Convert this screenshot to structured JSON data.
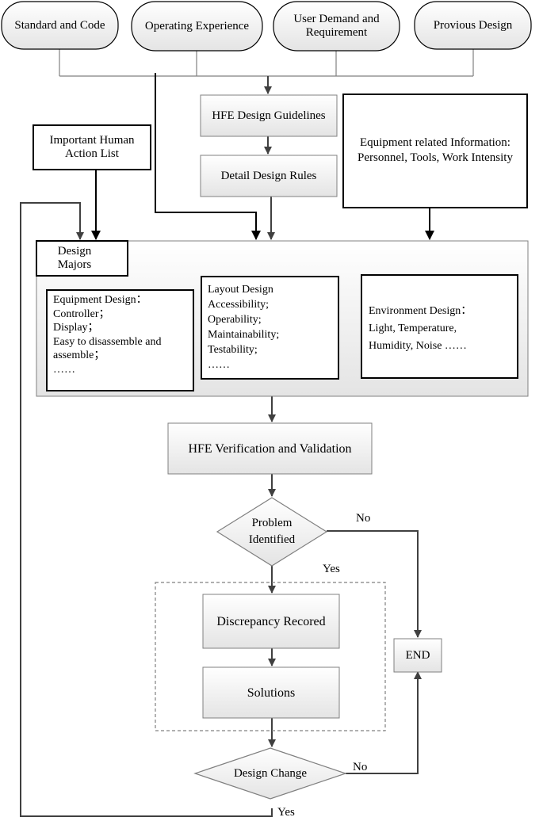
{
  "top_inputs": {
    "standard": "Standard and Code",
    "operating": "Operating Experience",
    "user_demand": "User Demand and Requirement",
    "previous": "Provious Design"
  },
  "guidelines": "HFE Design Guidelines",
  "detail_rules": "Detail Design Rules",
  "human_action": "Important Human Action List",
  "equipment_info": "Equipment related Information: Personnel, Tools, Work Intensity",
  "design_majors": {
    "title": "Design Majors",
    "equipment": [
      "Equipment Design：",
      "Controller；",
      "Display；",
      "Easy to disassemble and",
      "assemble；",
      "……"
    ],
    "layout": [
      "Layout Design",
      "Accessibility;",
      "Operability;",
      "Maintainability;",
      "Testability;",
      "……"
    ],
    "environment": [
      "Environment Design：",
      "Light, Temperature,",
      "Humidity, Noise ……"
    ]
  },
  "verification": "HFE Verification and Validation",
  "problem": "Problem Identified",
  "discrepancy": "Discrepancy Recored",
  "solutions": "Solutions",
  "design_change": "Design Change",
  "end": "END",
  "labels": {
    "no": "No",
    "yes": "Yes"
  },
  "colors": {
    "box_fill_top": "#ffffff",
    "box_fill_bottom": "#e4e4e4",
    "stroke": "#000000",
    "arrow": "#404040"
  }
}
